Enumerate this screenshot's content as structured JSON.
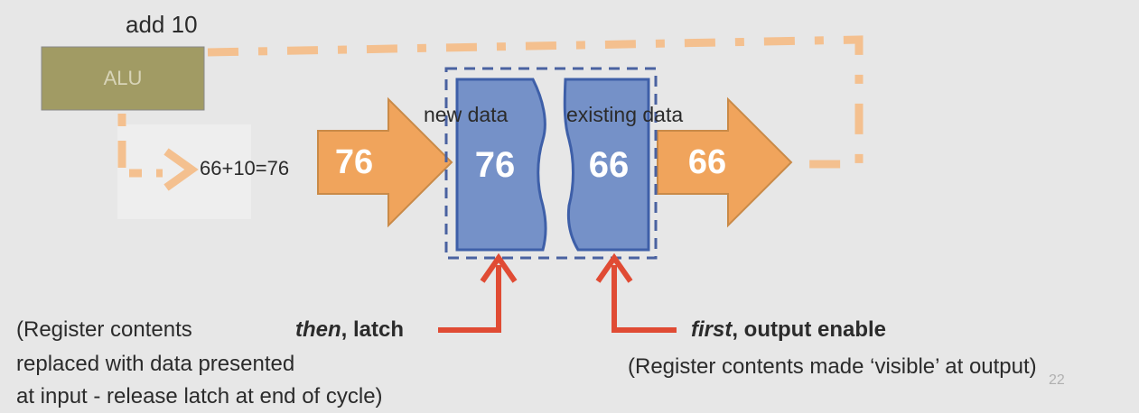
{
  "alu": {
    "title": "add 10",
    "label": "ALU"
  },
  "register": {
    "new_data_label": "new data",
    "existing_data_label": "existing data",
    "new_value": "76",
    "existing_value": "66"
  },
  "input_expression": "66+10=76",
  "input_arrow_value": "76",
  "output_arrow_value": "66",
  "latch": {
    "emphasis": "then",
    "label": ", latch",
    "description_lines": [
      "(Register contents",
      "replaced with data presented",
      "at input - release latch at end of cycle)"
    ]
  },
  "output_enable": {
    "emphasis": "first",
    "label": ", output enable",
    "description": "(Register contents made ‘visible’ at output)"
  },
  "slide_number": "22",
  "colors": {
    "background": "#e7e7e7",
    "alu_fill": "#a19b64",
    "orange": "#f0a45c",
    "dash_orange": "#f4c08f",
    "register_blue": "#7591c8",
    "register_border": "#3e5fa8",
    "red": "#e04b34"
  }
}
